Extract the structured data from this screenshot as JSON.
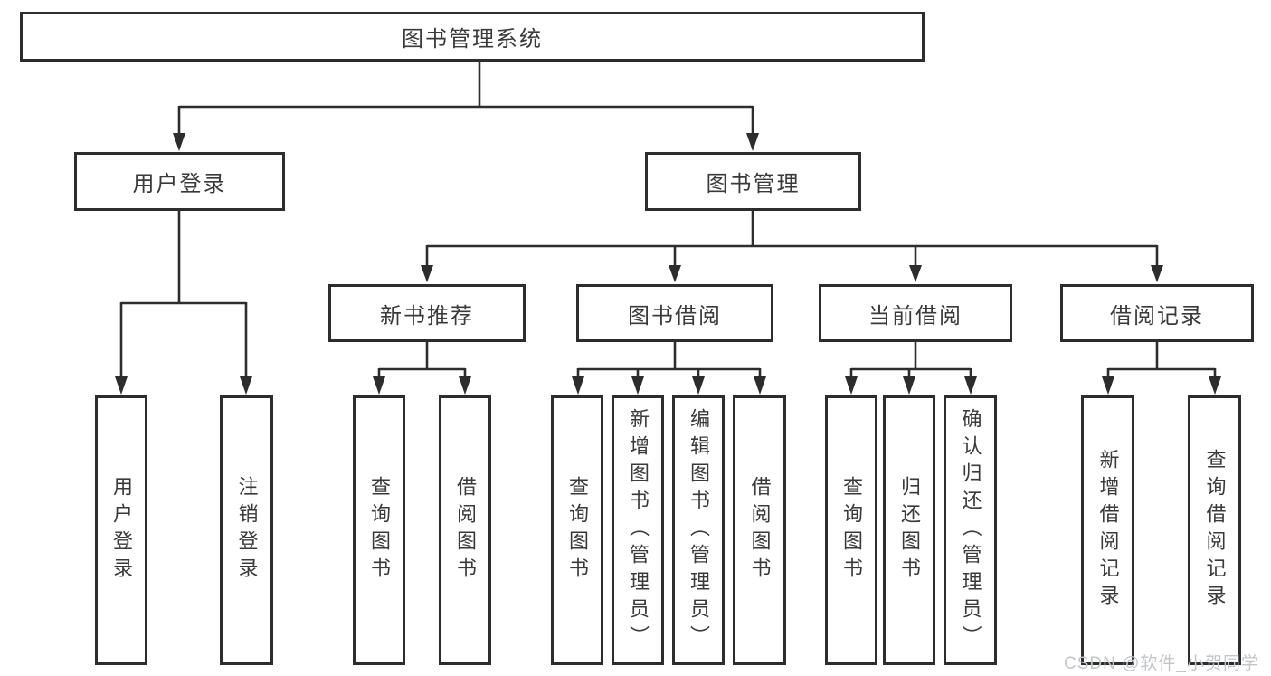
{
  "title": "图书管理系统",
  "watermark": "CSDN @软件_小贺同学",
  "colors": {
    "background": "#ffffff",
    "line": "#2d2d2d",
    "box_border": "#2d2d2d",
    "text": "#3a3a3a",
    "watermark": "#c2c6ca"
  },
  "nodes": {
    "root": "图书管理系统",
    "user_login": "用户登录",
    "book_mgmt": "图书管理",
    "new_book_rec": "新书推荐",
    "book_borrow": "图书借阅",
    "current_borrow": "当前借阅",
    "borrow_record": "借阅记录",
    "leaf_user_login": "用户登录",
    "leaf_logout": "注销登录",
    "nb_query": "查询图书",
    "nb_borrow": "借阅图书",
    "bb_query": "查询图书",
    "bb_add": "新增图书（管理员）",
    "bb_edit": "编辑图书（管理员）",
    "bb_borrow": "借阅图书",
    "cb_query": "查询图书",
    "cb_return": "归还图书",
    "cb_confirm": "确认归还（管理员）",
    "br_add": "新增借阅记录",
    "br_query": "查询借阅记录"
  },
  "tree": {
    "label": "图书管理系统",
    "children": [
      {
        "label": "用户登录",
        "children": [
          {
            "label": "用户登录"
          },
          {
            "label": "注销登录"
          }
        ]
      },
      {
        "label": "图书管理",
        "children": [
          {
            "label": "新书推荐",
            "children": [
              {
                "label": "查询图书"
              },
              {
                "label": "借阅图书"
              }
            ]
          },
          {
            "label": "图书借阅",
            "children": [
              {
                "label": "查询图书"
              },
              {
                "label": "新增图书（管理员）"
              },
              {
                "label": "编辑图书（管理员）"
              },
              {
                "label": "借阅图书"
              }
            ]
          },
          {
            "label": "当前借阅",
            "children": [
              {
                "label": "查询图书"
              },
              {
                "label": "归还图书"
              },
              {
                "label": "确认归还（管理员）"
              }
            ]
          },
          {
            "label": "借阅记录",
            "children": [
              {
                "label": "新增借阅记录"
              },
              {
                "label": "查询借阅记录"
              }
            ]
          }
        ]
      }
    ]
  }
}
